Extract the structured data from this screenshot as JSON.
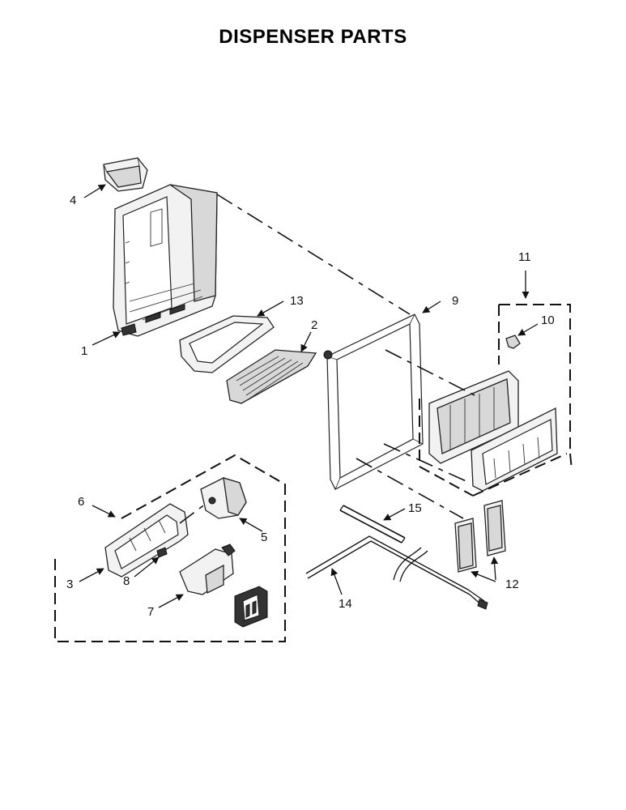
{
  "title": "DISPENSER PARTS",
  "callouts": [
    "1",
    "2",
    "3",
    "4",
    "5",
    "6",
    "7",
    "8",
    "9",
    "10",
    "11",
    "12",
    "13",
    "14",
    "15"
  ]
}
